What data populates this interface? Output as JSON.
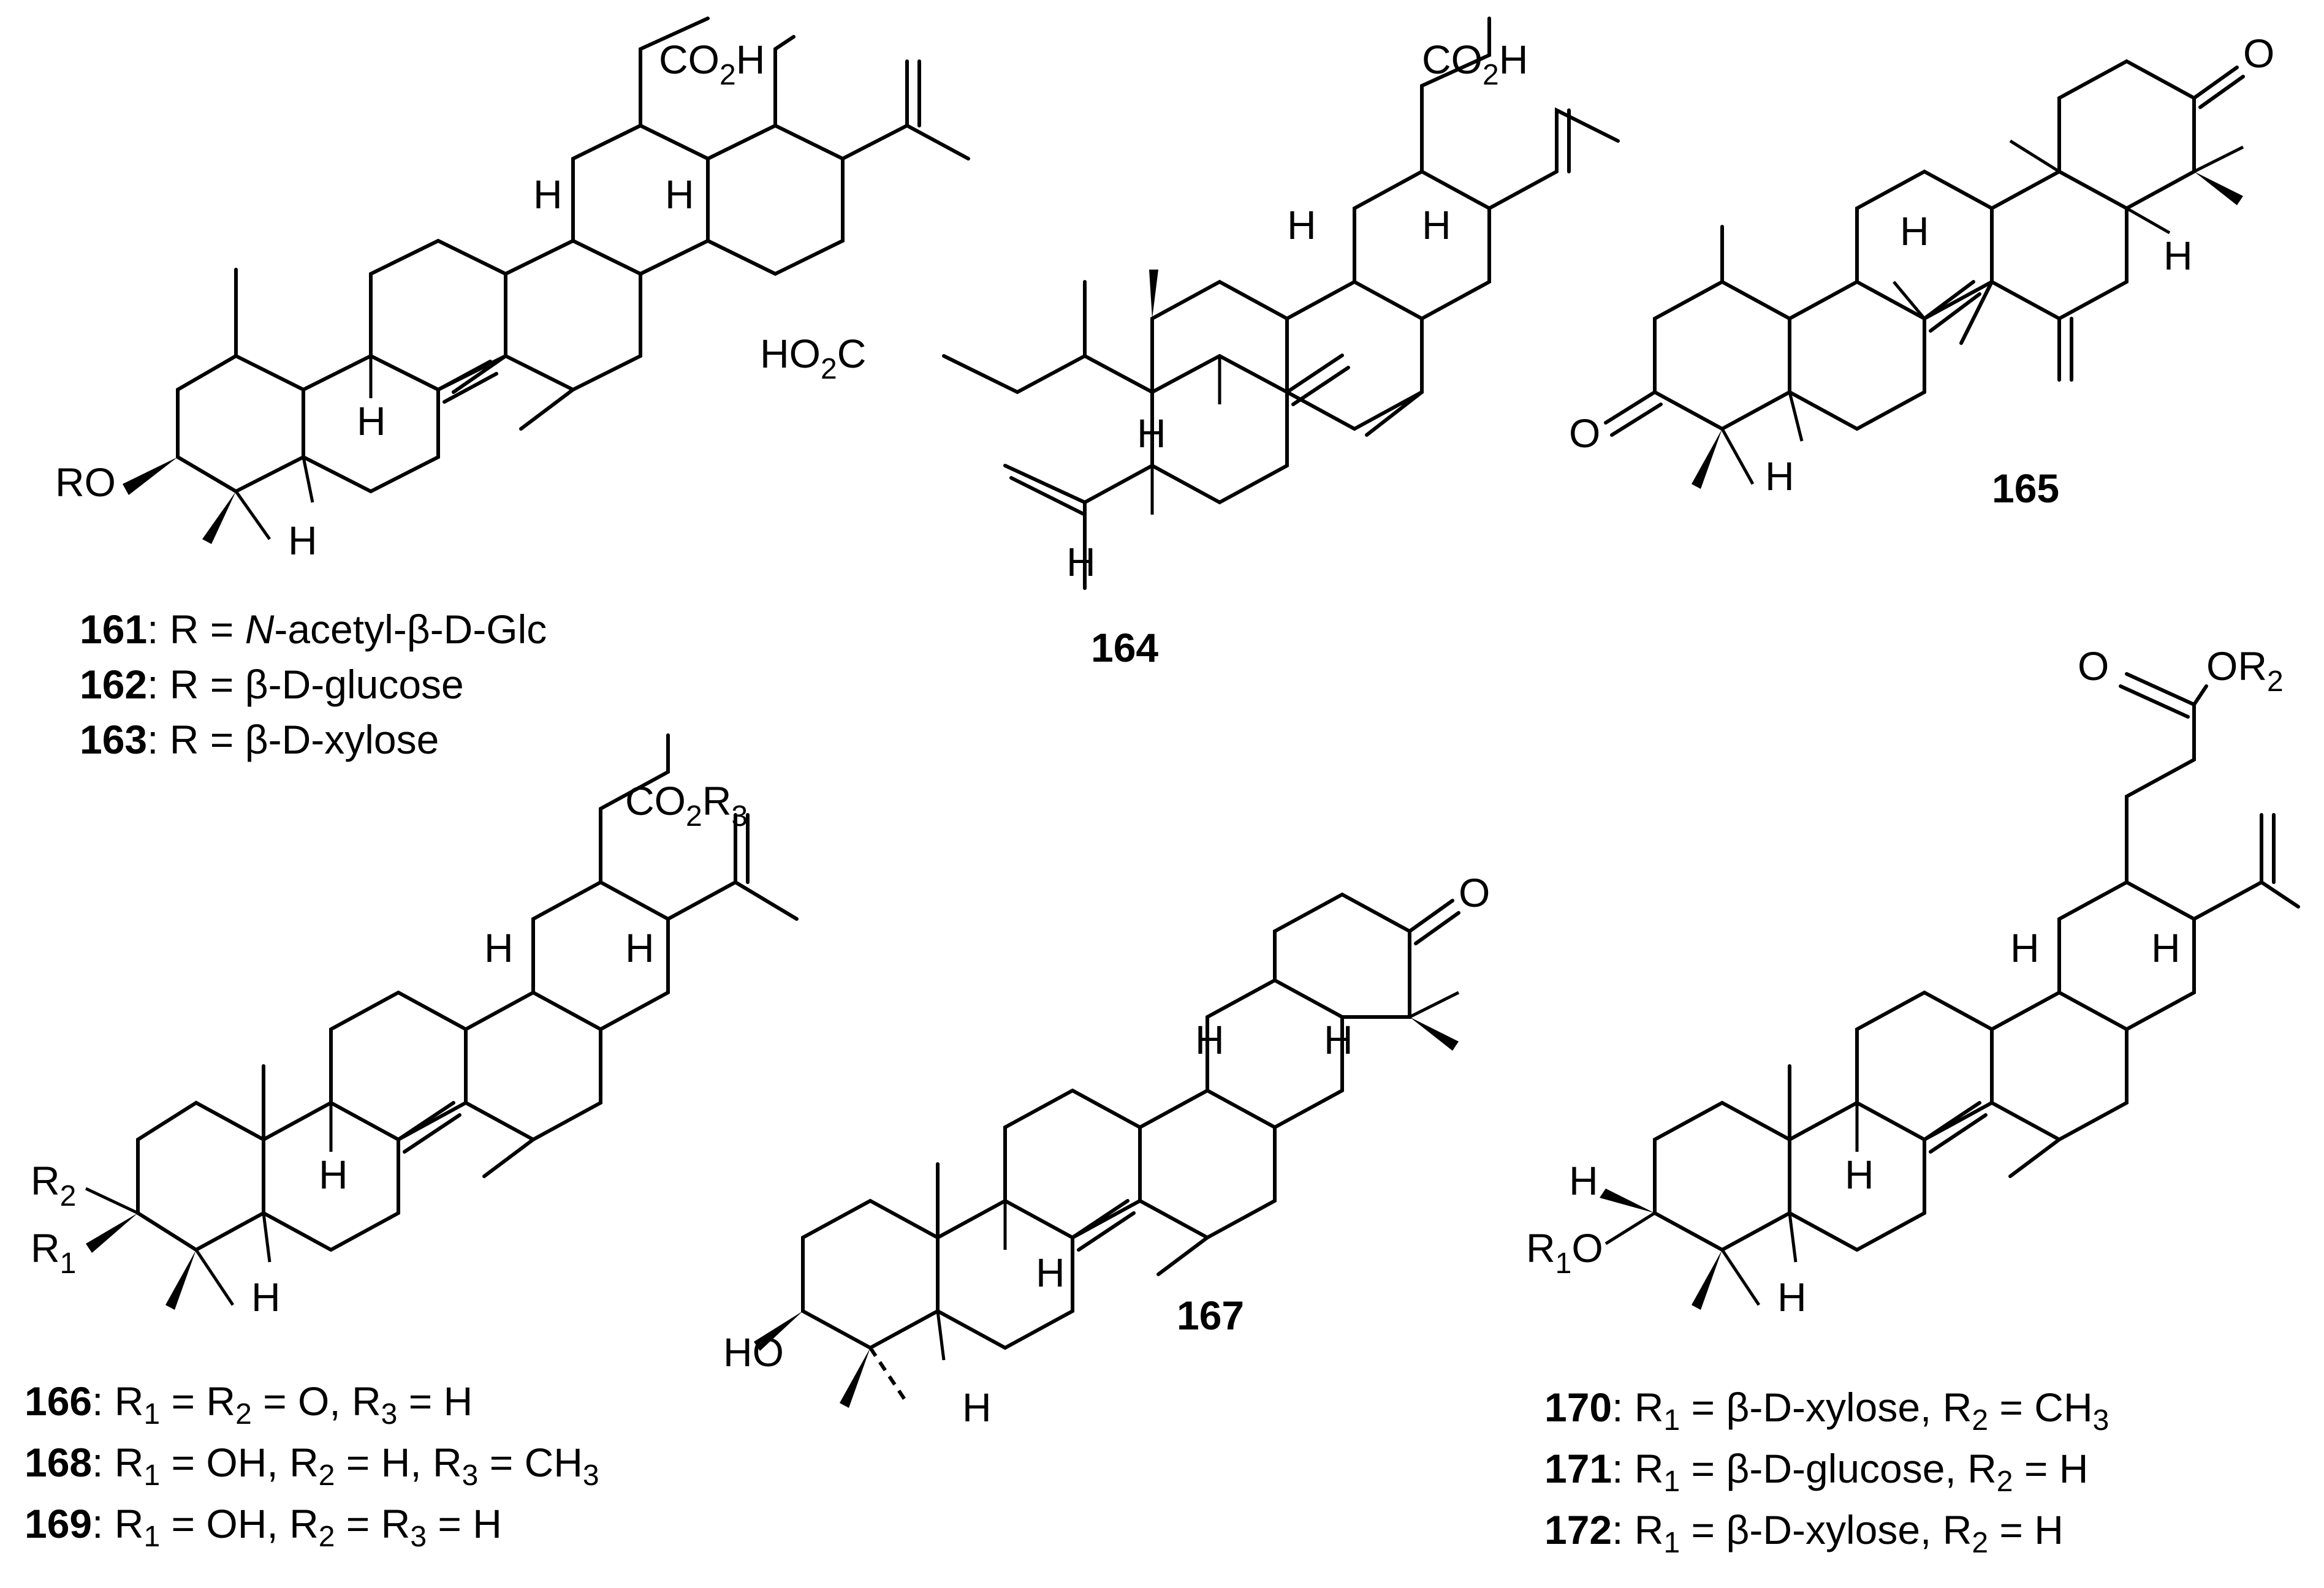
{
  "atoms": {
    "co2h": "CO",
    "co2h_sub": "2",
    "co2h_tail": "H",
    "h": "H",
    "ro": "RO",
    "ho2c": "HO",
    "ho2c_sub": "2",
    "ho2c_tail": "C",
    "o": "O",
    "ho": "HO",
    "r1": "R",
    "r1_sub": "1",
    "r2": "R",
    "r2_sub": "2",
    "r3": "R",
    "r3_sub": "3",
    "r1o_tail": "O",
    "or": "OR"
  },
  "captions": {
    "c161": {
      "num": "161",
      "text": ": R = ",
      "ital": "N",
      "rest": "-acetyl-β-D-Glc"
    },
    "c162": {
      "num": "162",
      "text": ": R = β-D-glucose"
    },
    "c163": {
      "num": "163",
      "text": ": R = β-D-xylose"
    },
    "c164": {
      "num": "164"
    },
    "c165": {
      "num": "165"
    },
    "c167": {
      "num": "167"
    },
    "c166": {
      "num": "166",
      "p1": ": R",
      "s1": "1",
      "p2": " = R",
      "s2": "2",
      "p3": " = O, R",
      "s3": "3",
      "p4": " = H"
    },
    "c168": {
      "num": "168",
      "p1": ": R",
      "s1": "1",
      "p2": " = OH, R",
      "s2": "2",
      "p3": " = H, R",
      "s3": "3",
      "p4": " = CH",
      "s4": "3"
    },
    "c169": {
      "num": "169",
      "p1": ": R",
      "s1": "1",
      "p2": " = OH, R",
      "s2": "2",
      "p3": " = R",
      "s3": "3",
      "p4": " = H"
    },
    "c170": {
      "num": "170",
      "p1": ": R",
      "s1": "1",
      "p2": " = β-D-xylose, R",
      "s2": "2",
      "p3": " = CH",
      "s3": "3"
    },
    "c171": {
      "num": "171",
      "p1": ": R",
      "s1": "1",
      "p2": " = β-D-glucose, R",
      "s2": "2",
      "p3": " = H"
    },
    "c172": {
      "num": "172",
      "p1": ": R",
      "s1": "1",
      "p2": " = β-D-xylose, R",
      "s2": "2",
      "p3": " = H"
    }
  }
}
